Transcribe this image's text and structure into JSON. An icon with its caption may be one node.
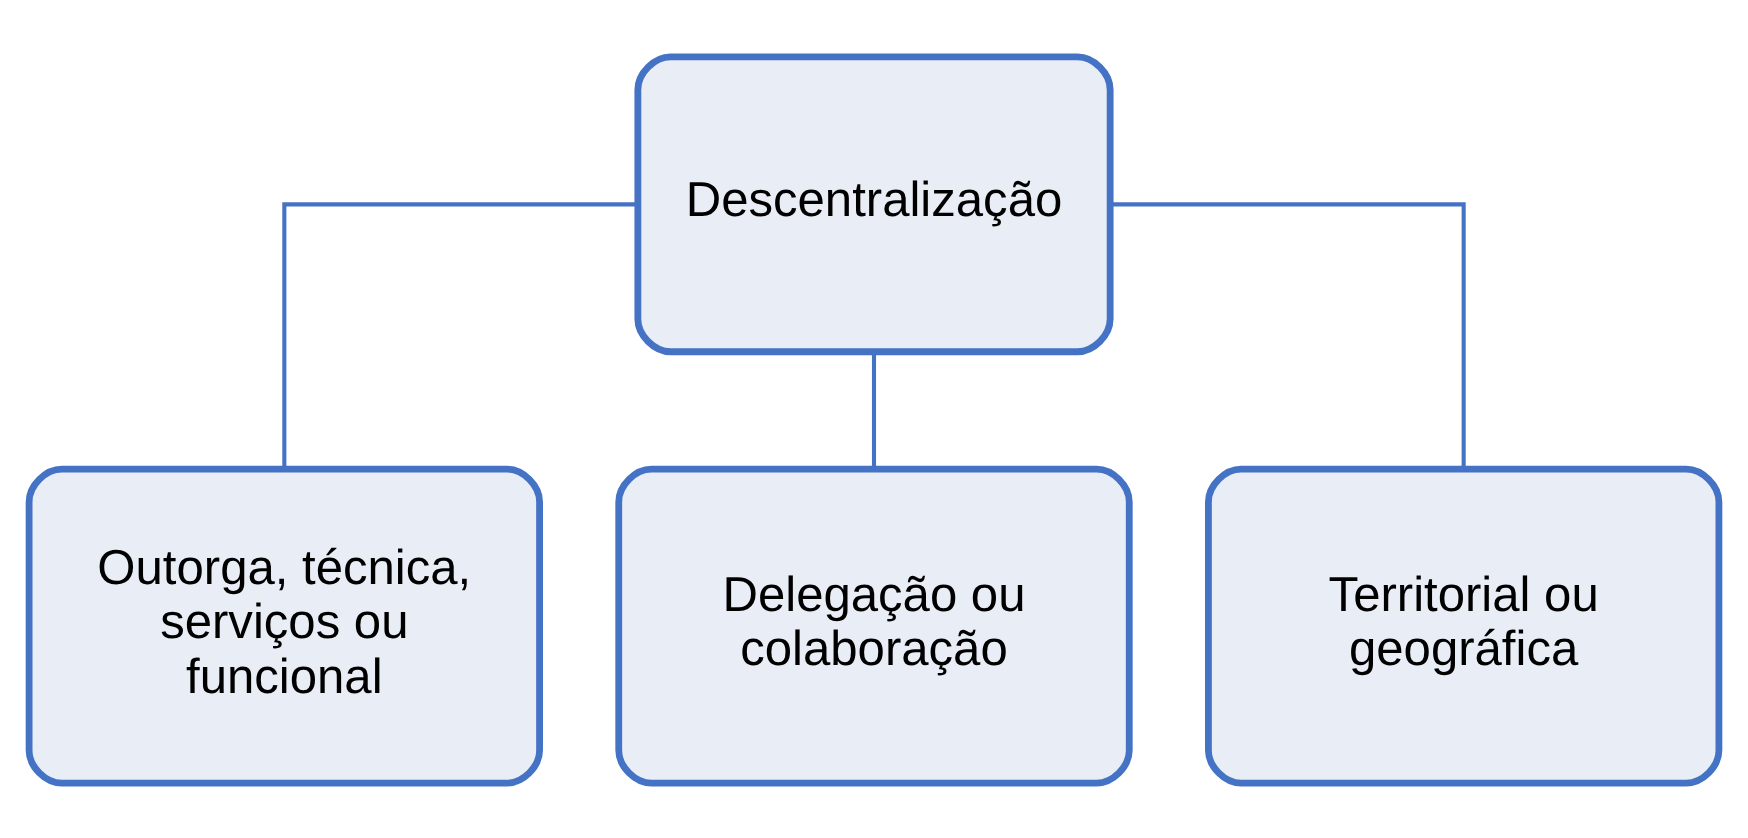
{
  "diagram": {
    "nodes": [
      {
        "text": [
          "Descentralização"
        ]
      },
      {
        "text": [
          "Outorga, técnica, serviços ou funcional"
        ]
      },
      {
        "text": [
          "Delegação ou colaboração"
        ]
      },
      {
        "text": [
          "Territorial ou geográfica"
        ]
      }
    ],
    "edges": [
      {
        "from": 0,
        "to": 1,
        "arrow": "none"
      },
      {
        "from": 0,
        "to": 2,
        "arrow": "none"
      },
      {
        "from": 0,
        "to": 3,
        "arrow": "none"
      }
    ]
  }
}
